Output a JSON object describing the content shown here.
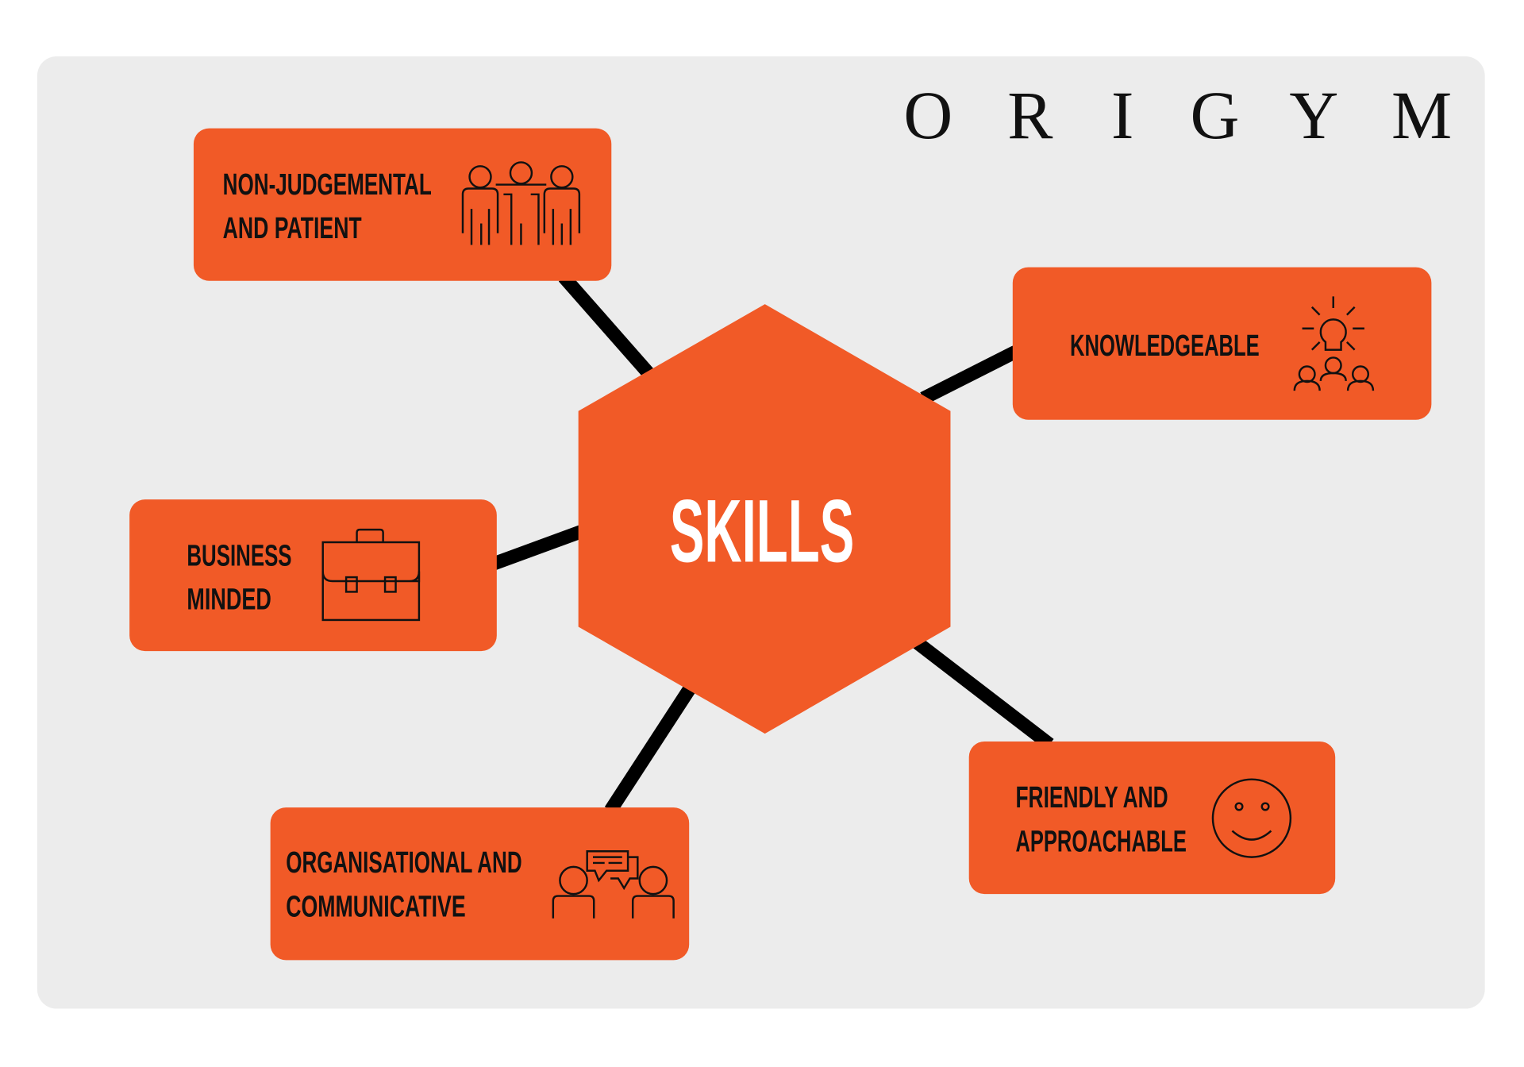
{
  "logo": {
    "letters": [
      "O",
      "R",
      "I",
      "G",
      "Y",
      "M"
    ]
  },
  "center": {
    "label": "SKILLS"
  },
  "skills": [
    {
      "lines": [
        "NON-JUDGEMENTAL",
        "AND PATIENT"
      ],
      "icon": "group-people-icon"
    },
    {
      "lines": [
        "KNOWLEDGEABLE"
      ],
      "icon": "lightbulb-people-icon"
    },
    {
      "lines": [
        "BUSINESS",
        "MINDED"
      ],
      "icon": "briefcase-icon"
    },
    {
      "lines": [
        "ORGANISATIONAL AND",
        "COMMUNICATIVE"
      ],
      "icon": "conversation-icon"
    },
    {
      "lines": [
        "FRIENDLY AND",
        "APPROACHABLE"
      ],
      "icon": "smiley-face-icon"
    }
  ],
  "colors": {
    "accent": "#f15a27",
    "panel": "#ececec",
    "line": "#000000",
    "text": "#111111"
  }
}
